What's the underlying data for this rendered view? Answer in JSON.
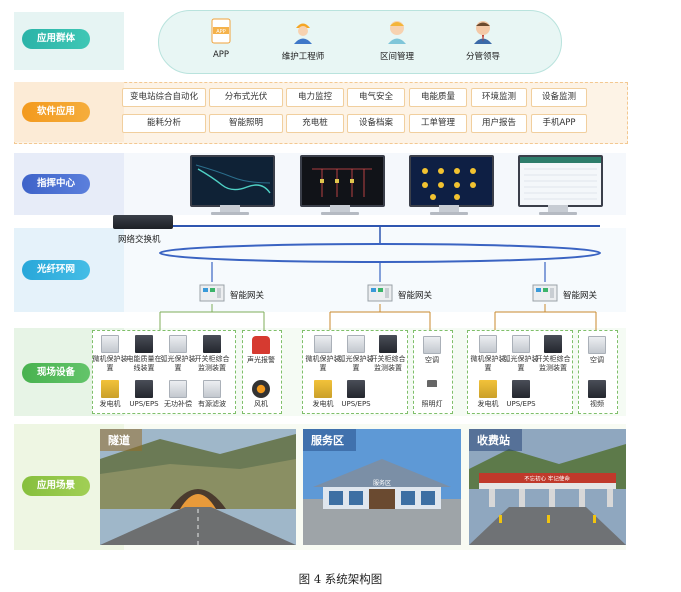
{
  "layers": {
    "app_group": "应用群体",
    "software": "软件应用",
    "command": "指挥中心",
    "fiber": "光纤环网",
    "field": "现场设备",
    "scenes": "应用场景"
  },
  "app_group": {
    "app_badge": "APP",
    "items": [
      "APP",
      "维护工程师",
      "区间管理",
      "分管领导"
    ]
  },
  "software": {
    "row1": [
      "变电站综合自动化",
      "分布式光伏",
      "电力监控",
      "电气安全",
      "电能质量",
      "环境监测",
      "设备监测"
    ],
    "row2": [
      "能耗分析",
      "智能照明",
      "充电桩",
      "设备档案",
      "工单管理",
      "用户报告",
      "手机APP"
    ]
  },
  "network": {
    "switch_label": "网络交换机",
    "gateway_label": "智能网关"
  },
  "field": {
    "g1": {
      "main": [
        "微机保护装置",
        "电能质量在线装置",
        "弧光保护装置",
        "开关柜综合监测装置",
        "发电机",
        "UPS/EPS",
        "无功补偿",
        "有源滤波"
      ],
      "side": [
        "声光报警",
        "风机"
      ]
    },
    "g2": {
      "main": [
        "微机保护装置",
        "弧光保护装置",
        "开关柜综合监测装置",
        "发电机",
        "UPS/EPS"
      ],
      "side": [
        "空调",
        "照明灯"
      ]
    },
    "g3": {
      "main": [
        "微机保护装置",
        "弧光保护装置",
        "开关柜综合监测装置",
        "发电机",
        "UPS/EPS"
      ],
      "side": [
        "空调",
        "视频"
      ]
    }
  },
  "scenes": [
    "隧道",
    "服务区",
    "收费站"
  ],
  "scene_signs": {
    "service": "服务区",
    "toll_banner": "不忘初心 牢记使命"
  },
  "caption": "图 4  系统架构图",
  "colors": {
    "teal": "#2bb3a8",
    "orange": "#f39a1e",
    "blue": "#3e63c9",
    "cyan": "#28a7d9",
    "green": "#48b24f",
    "lime": "#86bf3d"
  }
}
